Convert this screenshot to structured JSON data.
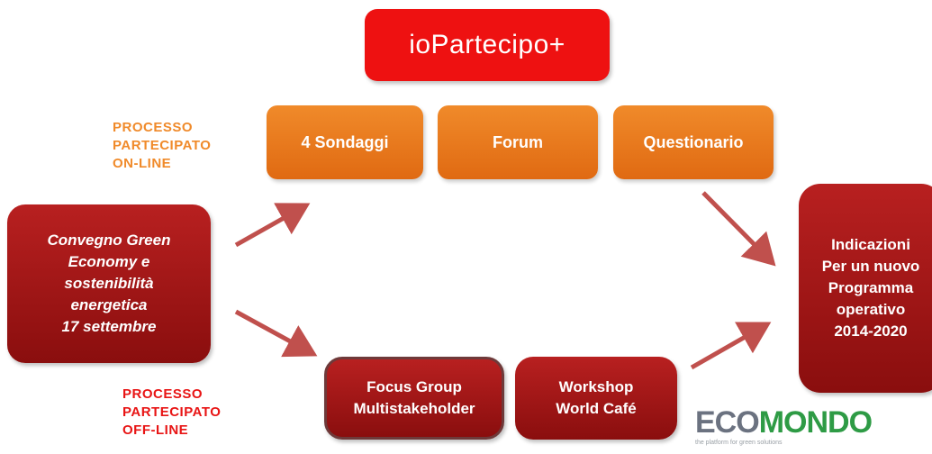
{
  "title": "ioPartecipo+",
  "online": {
    "label_lines": [
      "PROCESSO",
      "PARTECIPATO",
      "ON-LINE"
    ],
    "boxes": [
      "4 Sondaggi",
      "Forum",
      "Questionario"
    ]
  },
  "offline": {
    "label_lines": [
      "PROCESSO",
      "PARTECIPATO",
      "OFF-LINE"
    ],
    "focus_lines": [
      "Focus Group",
      "Multistakeholder"
    ],
    "workshop_lines": [
      "Workshop",
      "World Café"
    ]
  },
  "source_box": {
    "lines": [
      "Convegno Green",
      "Economy e",
      "sostenibilità",
      "energetica",
      "17 settembre"
    ]
  },
  "result_box": {
    "lines": [
      "Indicazioni",
      "Per un nuovo",
      "Programma",
      "operativo",
      "2014-2020"
    ]
  },
  "logo": {
    "name_part1": "ECO",
    "name_part2": "MONDO",
    "tagline": "the platform for green solutions"
  },
  "colors": {
    "title_red": "#ee1111",
    "orange": "#e8781c",
    "dark_red": "#9c1414",
    "arrow": "#c0504d",
    "logo_green": "#2e9b45",
    "logo_gray": "#6b7280"
  }
}
